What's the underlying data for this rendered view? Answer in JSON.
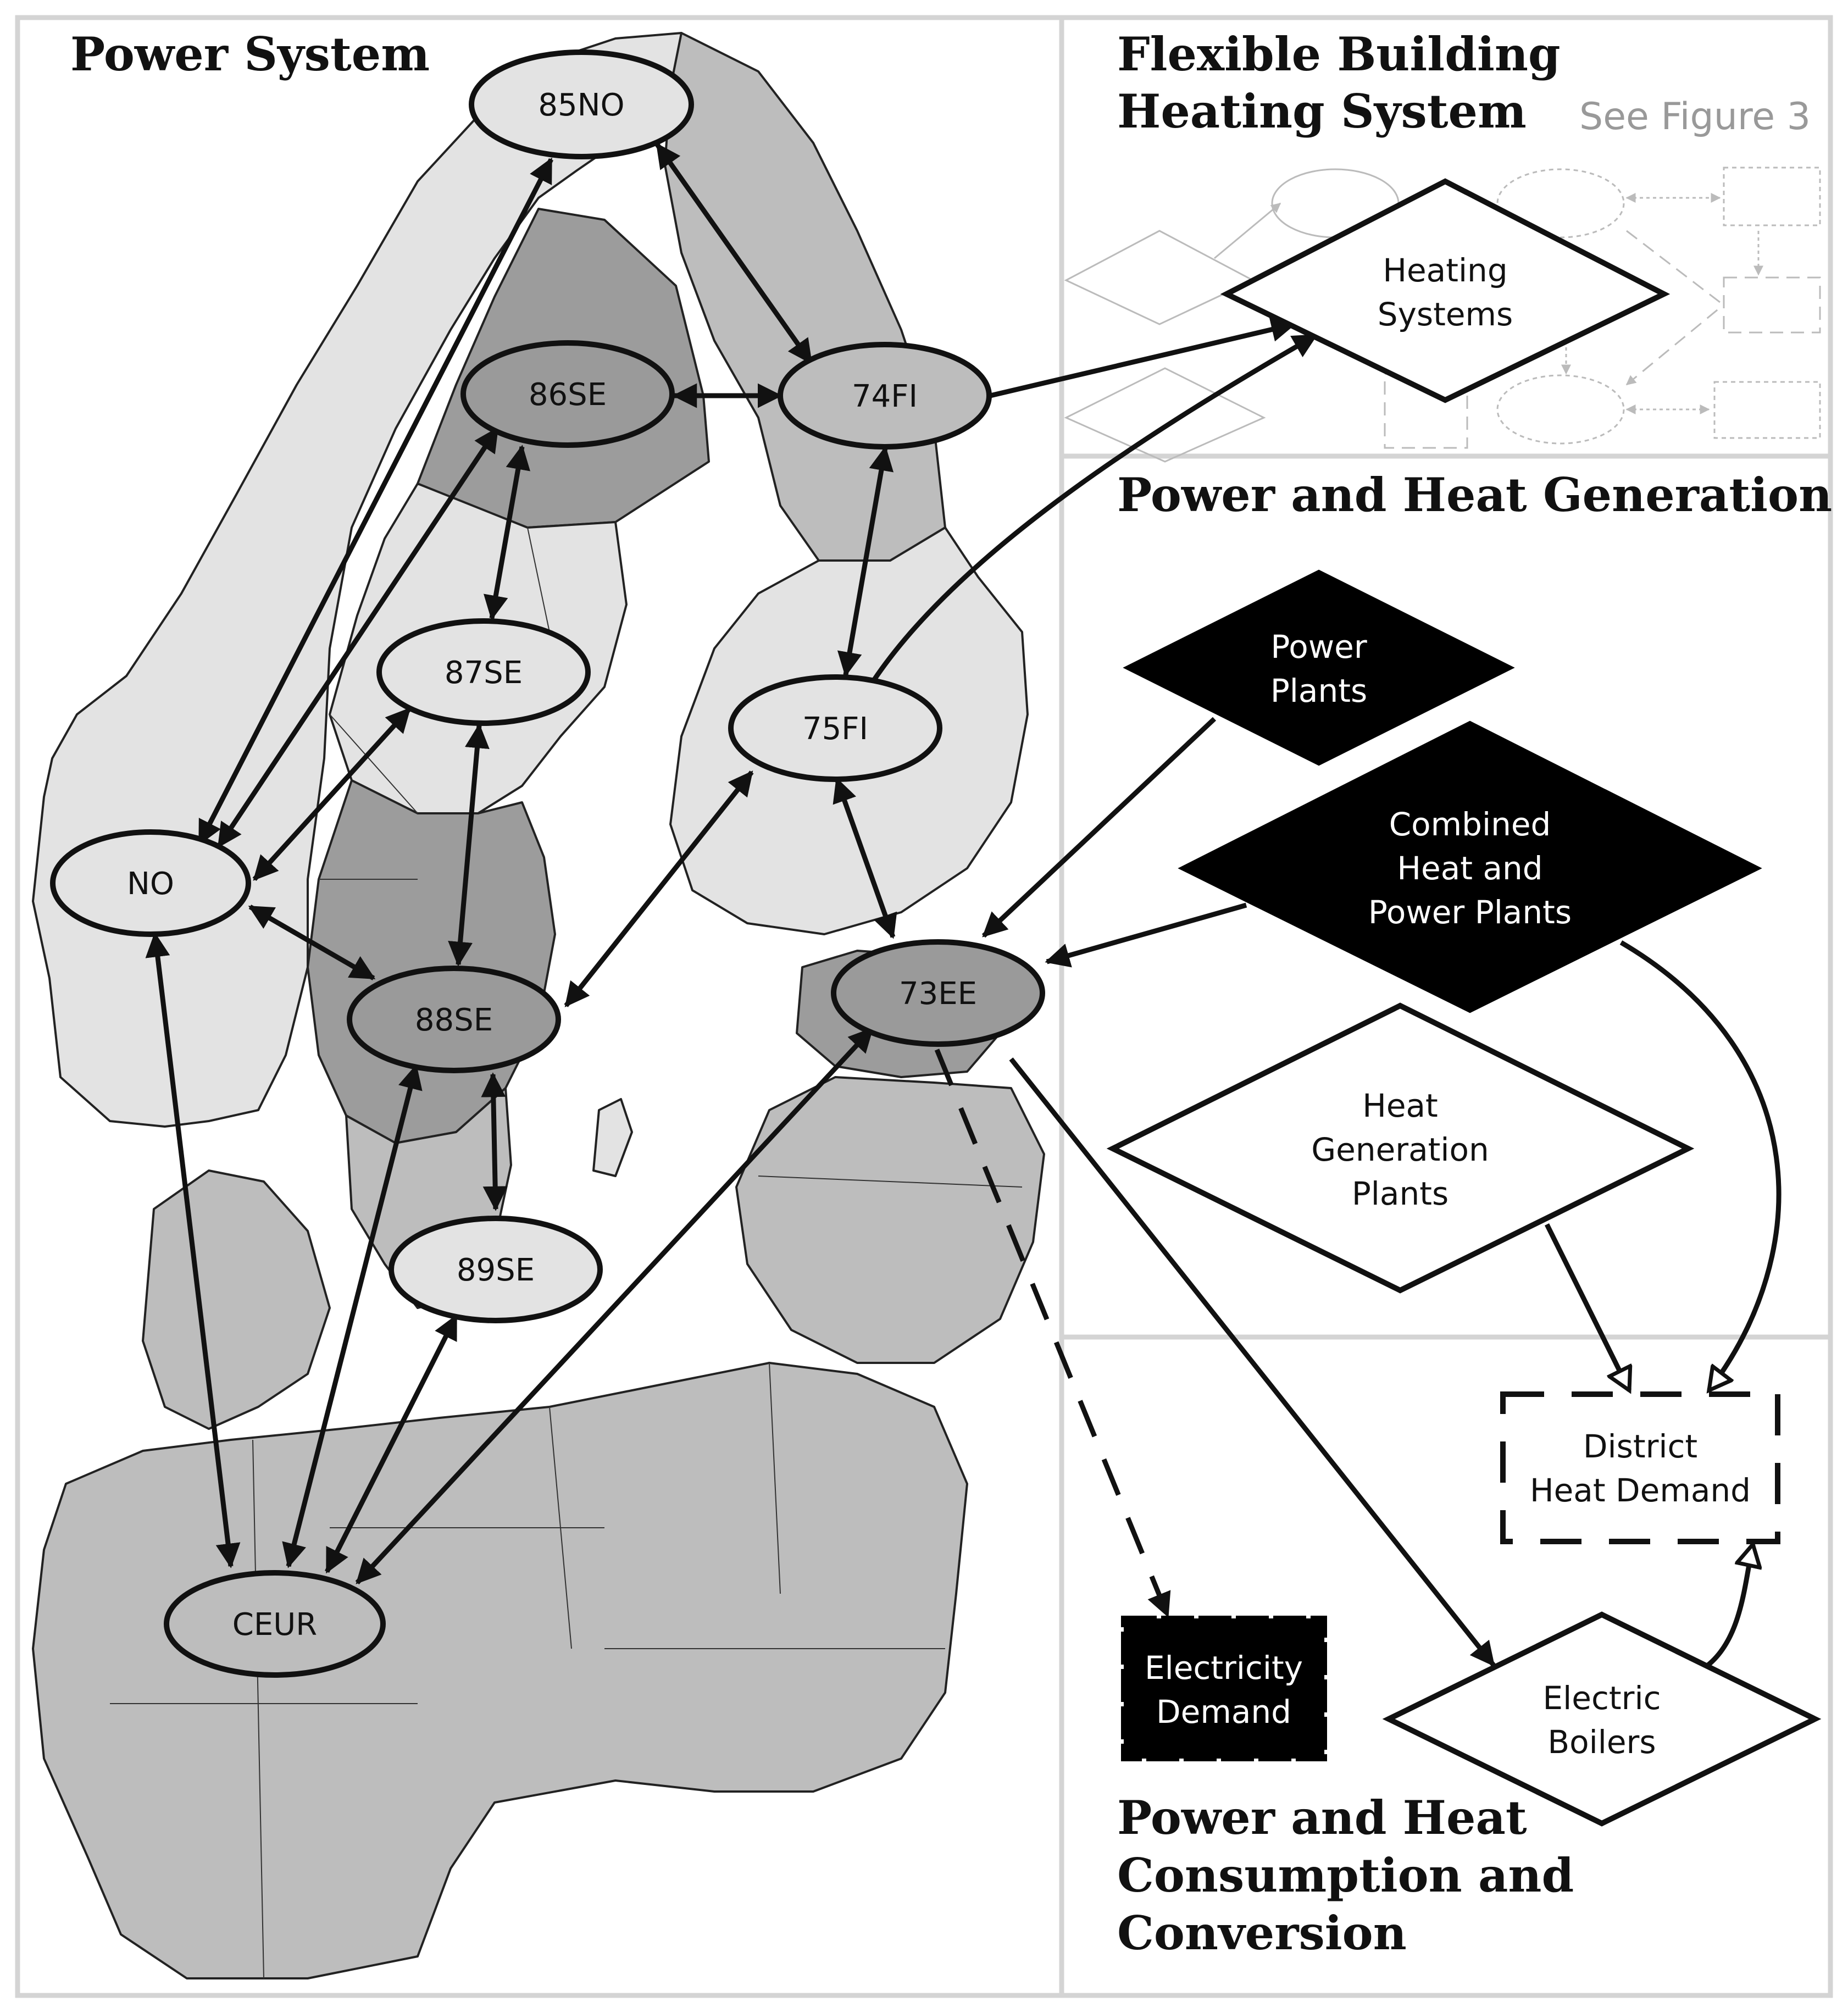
{
  "panels": {
    "power_system": {
      "title": "Power System"
    },
    "flexible_building": {
      "title_line1": "Flexible Building",
      "title_line2": "Heating System",
      "note": "See Figure 3"
    },
    "generation": {
      "title": "Power and Heat Generation"
    },
    "consumption": {
      "title_line1": "Power and Heat",
      "title_line2": "Consumption and",
      "title_line3": "Conversion"
    }
  },
  "regions": {
    "no85": "85NO",
    "se86": "86SE",
    "fi74": "74FI",
    "se87": "87SE",
    "fi75": "75FI",
    "no": "NO",
    "se88": "88SE",
    "ee73": "73EE",
    "se89": "89SE",
    "ceur": "CEUR"
  },
  "nodes": {
    "heating_systems": {
      "line1": "Heating",
      "line2": "Systems"
    },
    "power_plants": {
      "line1": "Power",
      "line2": "Plants"
    },
    "chp": {
      "line1": "Combined",
      "line2": "Heat and",
      "line3": "Power Plants"
    },
    "heat_gen": {
      "line1": "Heat",
      "line2": "Generation",
      "line3": "Plants"
    },
    "district_heat": {
      "line1": "District",
      "line2": "Heat Demand"
    },
    "electricity_demand": {
      "line1": "Electricity",
      "line2": "Demand"
    },
    "electric_boilers": {
      "line1": "Electric",
      "line2": "Boilers"
    }
  },
  "colors": {
    "map_light": "#e3e3e3",
    "map_mid": "#bdbdbd",
    "map_dark": "#9c9c9c",
    "node_dark": "#9a9a9a",
    "panel_border": "#d4d4d4",
    "ink": "#111111",
    "faint": "#bbbbbb"
  }
}
